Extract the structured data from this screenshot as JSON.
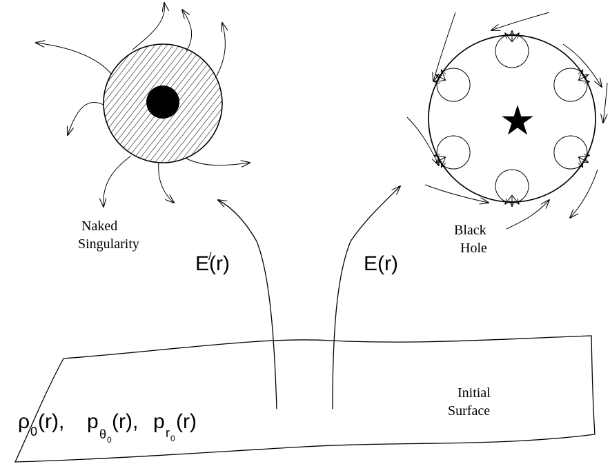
{
  "labels": {
    "naked_line1": "Naked",
    "naked_line2": "Singularity",
    "black_line1": "Black",
    "black_line2": "Hole",
    "e_prime": "E(r)",
    "e_prime_mark": "/",
    "e": "E(r)",
    "initial_line1": "Initial",
    "initial_line2": "Surface",
    "rho_sym": "ρ",
    "rho_sub": "0",
    "rho_arg": "(r),",
    "ptheta_sym": "p",
    "ptheta_sub": "θ",
    "ptheta_subsub": "0",
    "ptheta_arg": "(r),",
    "pr_sym": "p",
    "pr_sub": "r",
    "pr_subsub": "0",
    "pr_arg": "(r)"
  },
  "icons": {
    "black_hole_center": "star-icon",
    "naked_singularity_center": "filled-disc"
  },
  "colors": {
    "ink": "#000000",
    "background": "#ffffff"
  }
}
